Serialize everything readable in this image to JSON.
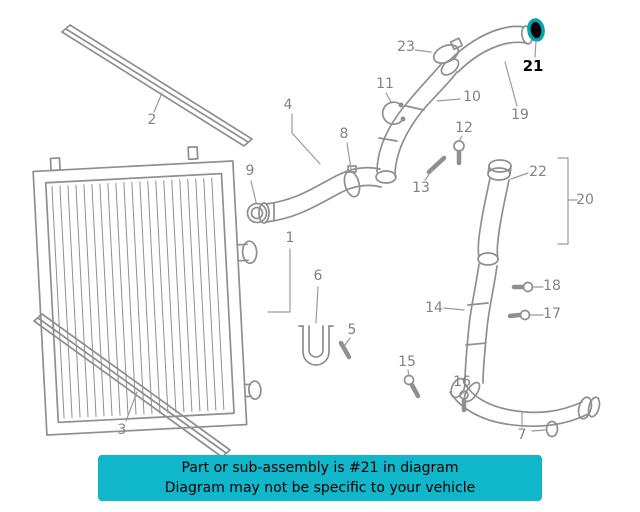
{
  "banner": {
    "line1": "Part or sub-assembly is #21 in diagram",
    "line2": "Diagram may not be specific to your vehicle",
    "bg_color": "#10b6c9",
    "text_color": "#000000"
  },
  "diagram": {
    "highlighted_part": "21",
    "highlight_color": "#00a5ad",
    "line_color": "#8f8f8f",
    "label_color": "#828282",
    "callouts": {
      "c1": "1",
      "c2": "2",
      "c3": "3",
      "c4": "4",
      "c5": "5",
      "c6": "6",
      "c7": "7",
      "c8": "8",
      "c9": "9",
      "c10": "10",
      "c11": "11",
      "c12": "12",
      "c13": "13",
      "c14": "14",
      "c15": "15",
      "c16": "16",
      "c17": "17",
      "c18": "18",
      "c19": "19",
      "c20": "20",
      "c21": "21",
      "c22": "22",
      "c23": "23"
    }
  }
}
